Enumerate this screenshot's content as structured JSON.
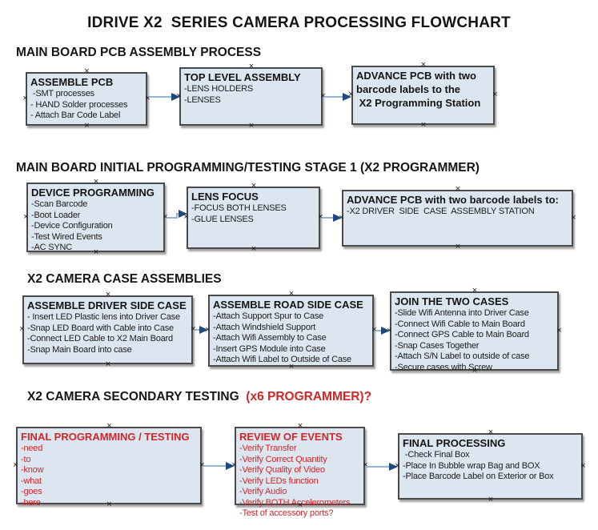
{
  "title": "IDRIVE X2  SERIES CAMERA PROCESSING FLOWCHART",
  "colors": {
    "box_fill": "#dce6f1",
    "box_border": "#4a4a4a",
    "accent_red": "#d42527",
    "arrow_line": "#95b3d7",
    "arrow_head": "#1f497d",
    "text": "#141414"
  },
  "sections": [
    {
      "header": "MAIN BOARD PCB ASSEMBLY PROCESS",
      "boxes": [
        {
          "title": "ASSEMBLE PCB",
          "items": [
            " -SMT processes",
            "- HAND Solder processes",
            "- Attach Bar Code Label"
          ]
        },
        {
          "title": "TOP LEVEL ASSEMBLY",
          "items": [
            "-LENS HOLDERS",
            "-LENSES"
          ]
        },
        {
          "title": "ADVANCE PCB with two\nbarcode labels to the\n X2 Programming Station",
          "items": []
        }
      ]
    },
    {
      "header": "MAIN BOARD INITIAL PROGRAMMING/TESTING STAGE 1 (X2 PROGRAMMER)",
      "boxes": [
        {
          "title": "DEVICE PROGRAMMING",
          "items": [
            "-Scan Barcode",
            "-Boot Loader",
            "-Device Configuration",
            "-Test Wired Events",
            "-AC SYNC"
          ]
        },
        {
          "title": "LENS FOCUS",
          "items": [
            "-FOCUS BOTH LENSES",
            "-GLUE LENSES"
          ]
        },
        {
          "title": "ADVANCE PCB with two barcode labels to:",
          "items": [
            "-X2 DRIVER  SIDE  CASE  ASSEMBLY STATION"
          ]
        }
      ]
    },
    {
      "header": "X2 CAMERA CASE ASSEMBLIES",
      "boxes": [
        {
          "title": "ASSEMBLE DRIVER SIDE CASE",
          "items": [
            "- Insert LED Plastic lens into Driver Case",
            "-Snap LED Board with Cable into Case",
            "-Connect LED Cable to X2 Main Board",
            "-Snap Main Board into case"
          ]
        },
        {
          "title": "ASSEMBLE ROAD SIDE CASE",
          "items": [
            "-Attach Support Spur to Case",
            "-Attach Windshield Support",
            "-Attach Wifi Assembly to Case",
            "-Insert GPS Module into Case",
            "-Attach Wifi Label to Outside of Case"
          ]
        },
        {
          "title": "JOIN THE TWO CASES",
          "items": [
            "-Slide Wifi Antenna into Driver Case",
            "-Connect Wifi Cable to Main Board",
            "-Connect GPS Cable to Main Board",
            "-Snap Cases Together",
            "-Attach S/N Label to outside of case",
            "-Secure cases with Screw"
          ]
        }
      ]
    },
    {
      "header": "X2 CAMERA SECONDARY TESTING ",
      "header_suffix_red": " (x6 PROGRAMMER)?",
      "boxes": [
        {
          "title": "FINAL PROGRAMMING / TESTING",
          "items": [
            "-need",
            "-to",
            "-know",
            "-what",
            "-goes",
            "-here"
          ]
        },
        {
          "title": "REVIEW OF EVENTS",
          "items": [
            "-Verify Transfer",
            "-Verify Correct Quantity",
            "-Verify Quality of Video",
            "-Verify LEDs function",
            "-Verify Audio",
            "-Verify BOTH Accelerometers",
            "-Test of accessory ports?"
          ]
        },
        {
          "title": "FINAL PROCESSING",
          "items": [
            " -Check Final Box",
            "-Place In Bubble wrap Bag and BOX",
            "-Place Barcode Label on Exterior or Box"
          ]
        }
      ]
    }
  ]
}
